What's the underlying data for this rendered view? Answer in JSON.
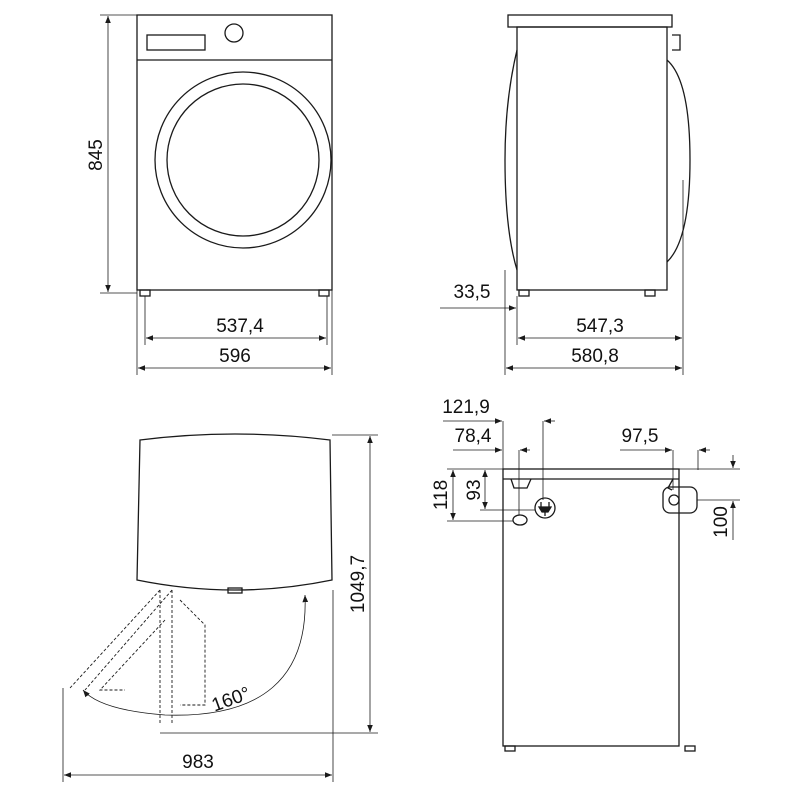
{
  "front_view": {
    "height": "845",
    "inner_width": "537,4",
    "width": "596"
  },
  "side_view": {
    "foot_offset": "33,5",
    "body_depth": "547,3",
    "total_depth": "580,8"
  },
  "top_view": {
    "depth_door_open": "1049,7",
    "width_door_open": "983",
    "door_angle": "160°"
  },
  "rear_view": {
    "power_offset": "121,9",
    "hose_offset": "78,4",
    "inlet_offset": "97,5",
    "hose_height": "118",
    "power_height": "93",
    "inlet_height": "100"
  },
  "colors": {
    "line": "#1a1a1a",
    "background": "#ffffff"
  }
}
